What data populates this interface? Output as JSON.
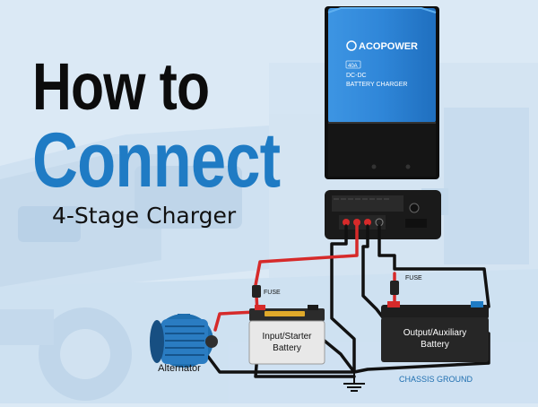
{
  "headline": {
    "line1": "How to",
    "line2": "Connect",
    "subtitle": "4-Stage Charger"
  },
  "charger": {
    "brand": "ACOPOWER",
    "rating": "40A",
    "model_line1": "DC-DC",
    "model_line2": "BATTERY CHARGER"
  },
  "components": {
    "alternator": "Alternator",
    "starter_battery_line1": "Input/Starter",
    "starter_battery_line2": "Battery",
    "aux_battery_line1": "Output/Auxiliary",
    "aux_battery_line2": "Battery",
    "fuse_left": "FUSE",
    "fuse_right": "FUSE",
    "ground": "CHASSIS GROUND"
  },
  "colors": {
    "background": "#dbe9f5",
    "accent_blue": "#1f7bc4",
    "charger_blue": "#2f86d8",
    "positive_wire": "#d62a2a",
    "negative_wire": "#111111"
  }
}
